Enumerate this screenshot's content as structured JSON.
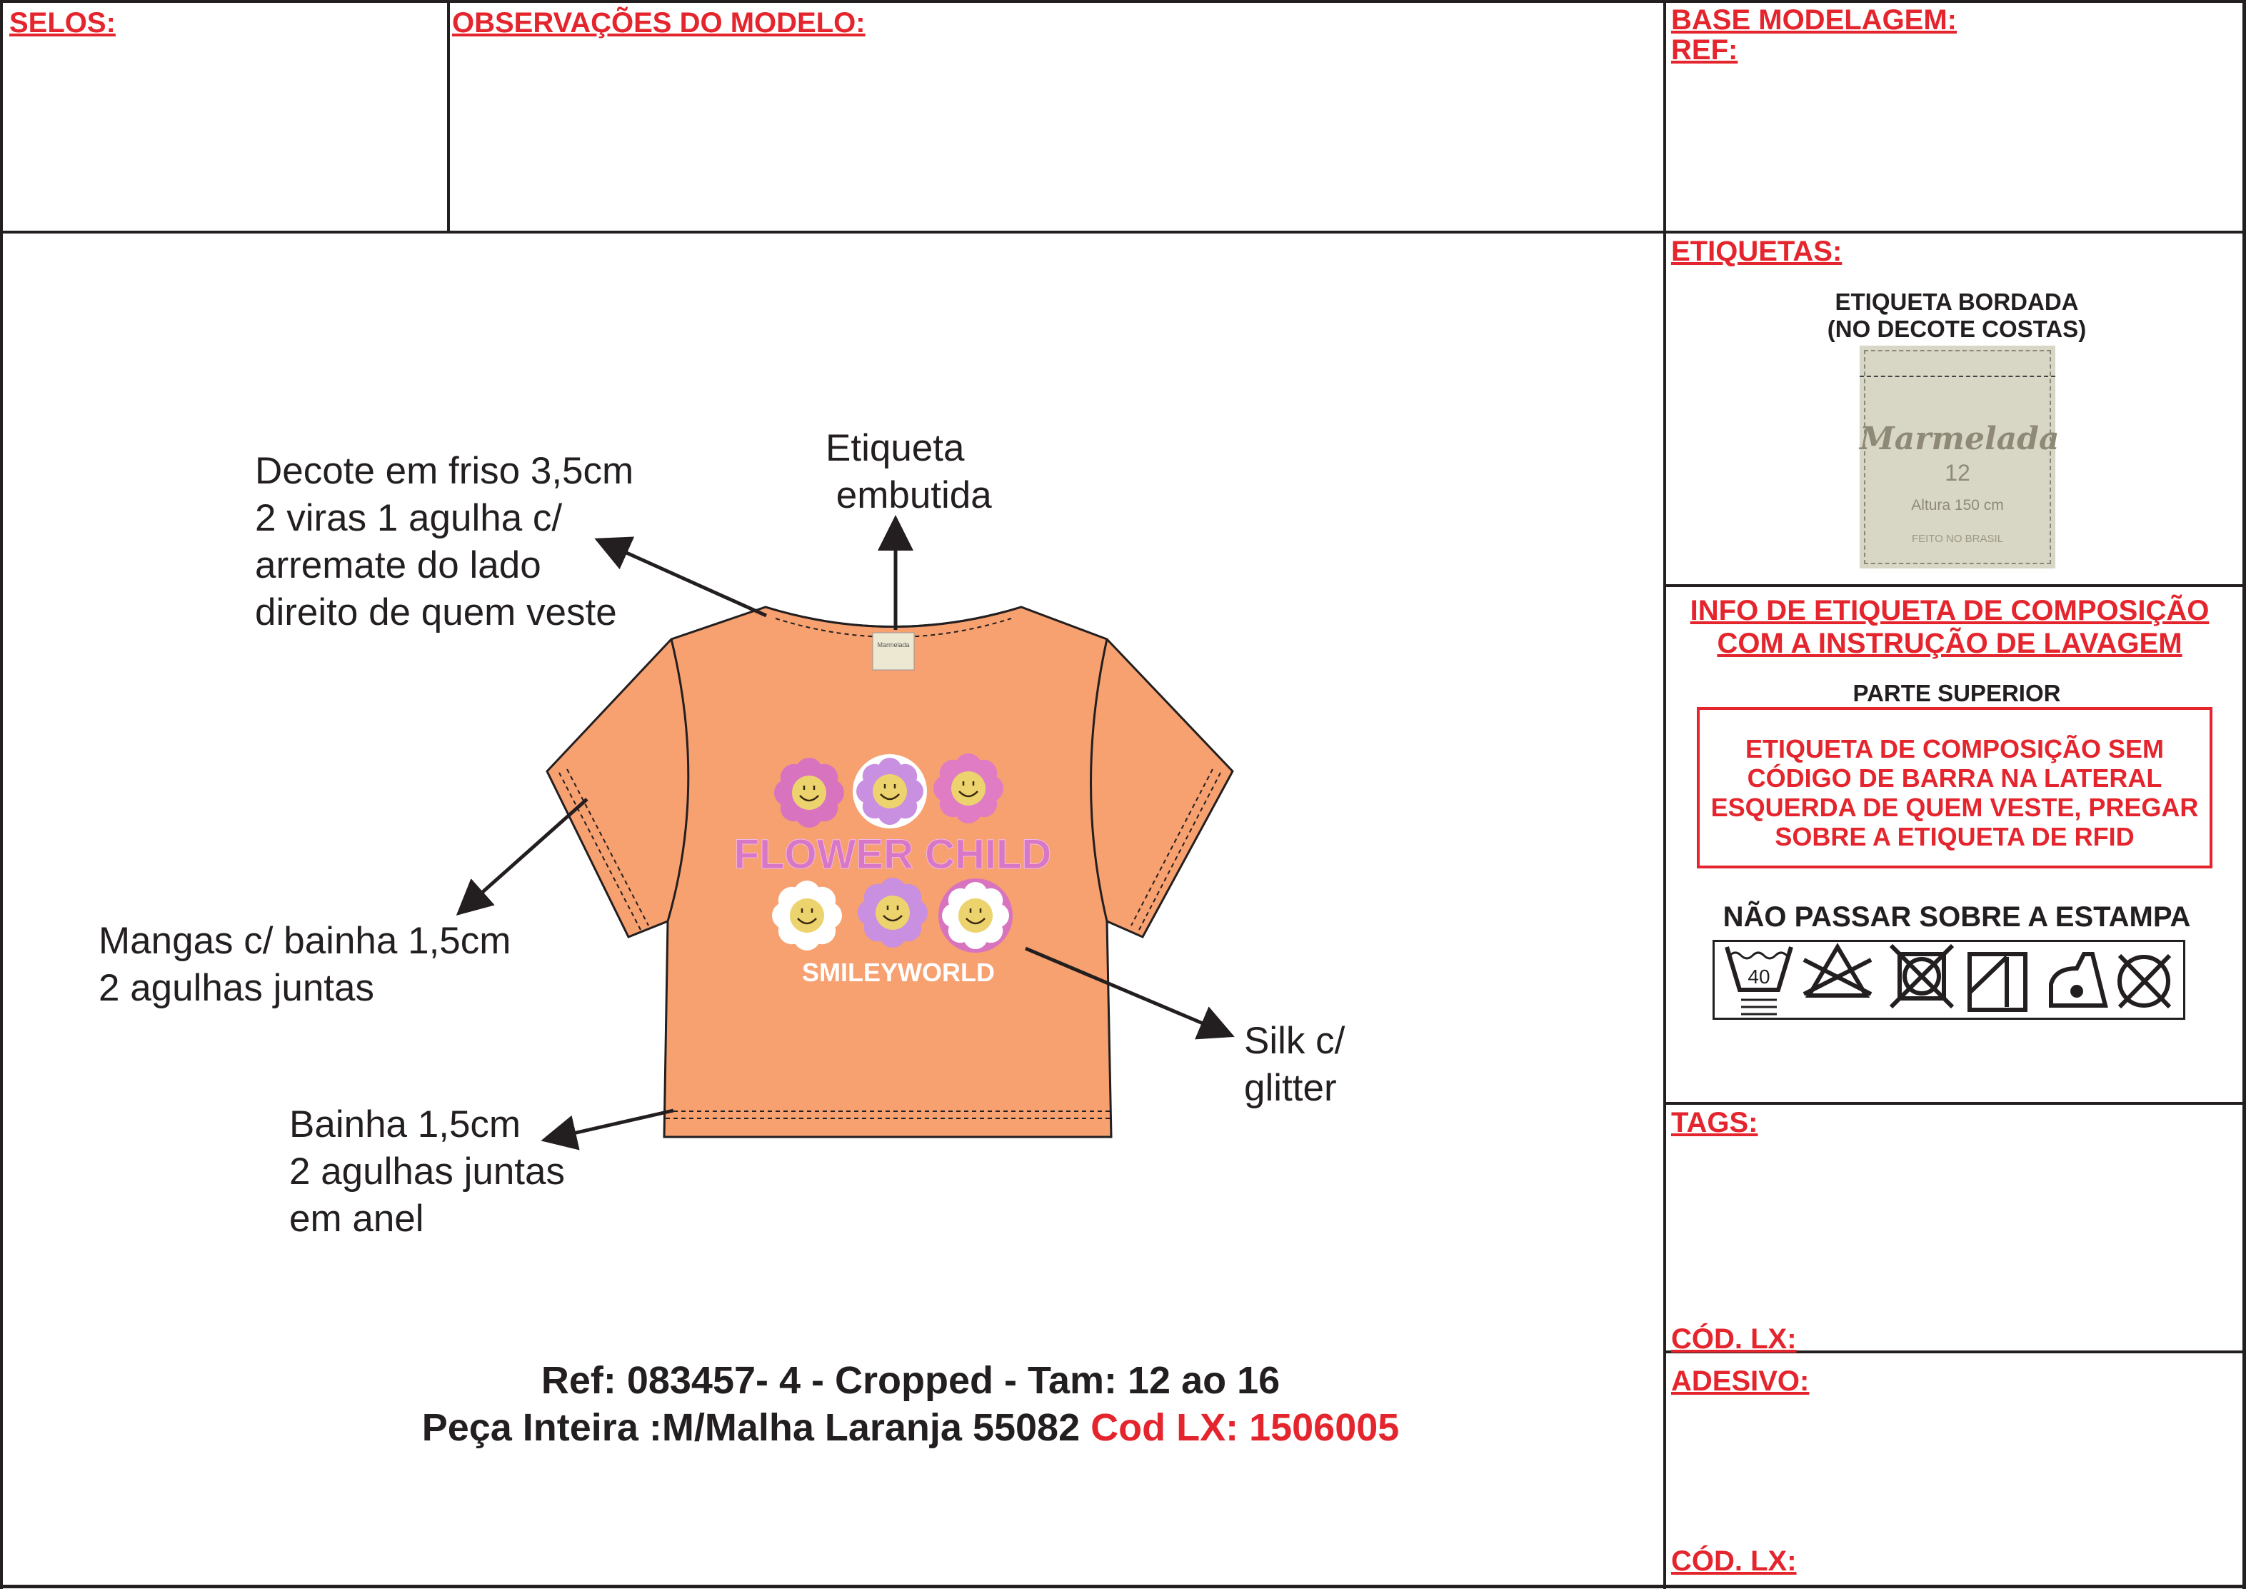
{
  "sections": {
    "selos": "SELOS:",
    "observacoes": "OBSERVAÇÕES DO MODELO:",
    "base_modelagem": "BASE MODELAGEM:",
    "ref": "REF:",
    "etiquetas": "ETIQUETAS:",
    "tags": "TAGS:",
    "tags_cod_lx": "CÓD. LX:",
    "adesivo": "ADESIVO:",
    "adesivo_cod_lx": "CÓD. LX:"
  },
  "label": {
    "title_line1": "ETIQUETA BORDADA",
    "title_line2": "(NO DECOTE COSTAS)",
    "brand": "Marmelada",
    "size": "12",
    "height": "Altura 150 cm",
    "origin": "FEITO NO BRASIL",
    "bg_color": "#d8d6c5"
  },
  "composition": {
    "title_line1": "INFO DE ETIQUETA DE COMPOSIÇÃO",
    "title_line2": "COM A INSTRUÇÃO DE LAVAGEM",
    "subtitle": "PARTE SUPERIOR",
    "box_lines": [
      "ETIQUETA DE COMPOSIÇÃO SEM",
      "CÓDIGO DE BARRA NA LATERAL",
      "ESQUERDA DE QUEM VESTE, PREGAR",
      "SOBRE A ETIQUETA DE RFID"
    ],
    "warning": "NÃO PASSAR SOBRE A ESTAMPA",
    "wash_temp": "40",
    "care_icons": [
      "wash-40-icon",
      "no-bleach-icon",
      "no-tumble-dry-icon",
      "dry-flat-shade-icon",
      "iron-low-icon",
      "no-dry-clean-icon"
    ]
  },
  "annotations": {
    "decote": "Decote em friso 3,5cm\n2 viras 1 agulha c/\narremate do lado\ndireito de quem veste",
    "etiqueta": "Etiqueta\n embutida",
    "mangas": "Mangas c/ bainha 1,5cm\n2 agulhas juntas",
    "bainha": "Bainha 1,5cm\n2 agulhas juntas\nem anel",
    "silk": "Silk c/\nglitter"
  },
  "print": {
    "headline": "FLOWER CHILD",
    "brand": "SMILEYWORLD",
    "neck_label": "Marmelada"
  },
  "garment_color": "#f7a070",
  "footer": {
    "line1": "Ref: 083457- 4 - Cropped - Tam:  12 ao 16",
    "line2_main": "Peça Inteira :M/Malha Laranja 55082 ",
    "line2_code": "Cod LX: 1506005"
  }
}
